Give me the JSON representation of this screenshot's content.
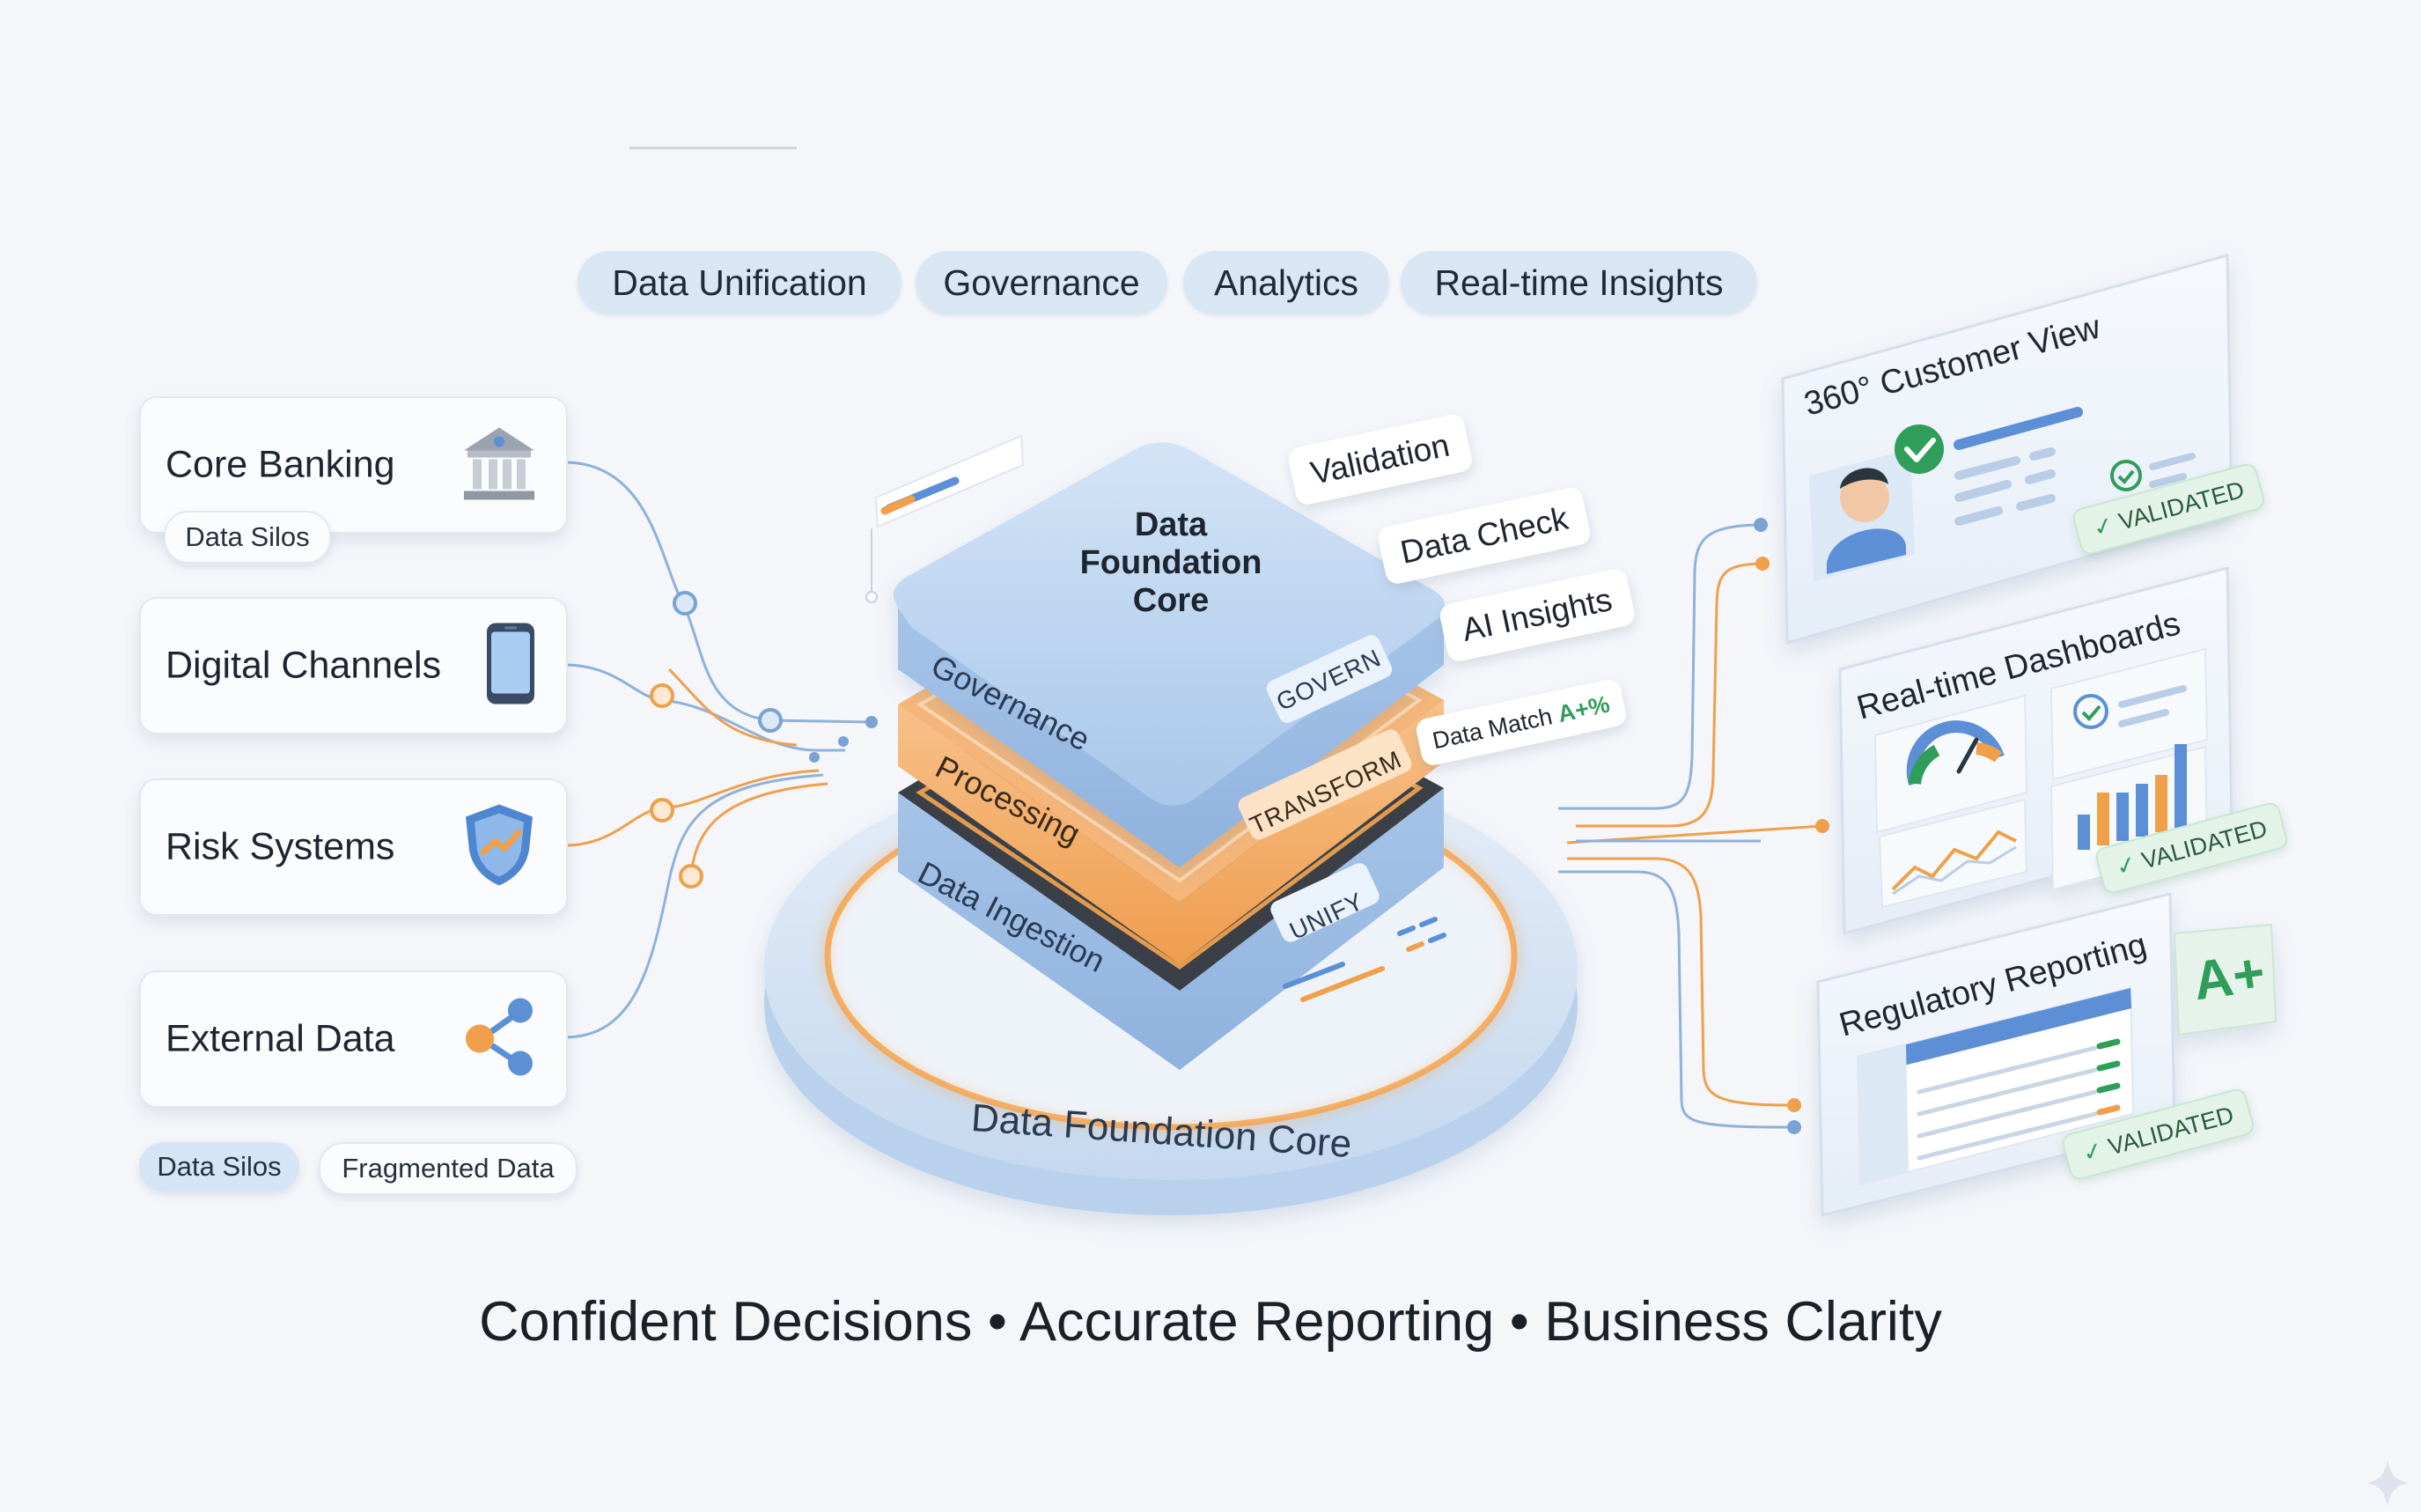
{
  "top_chips": [
    {
      "label": "Data Unification"
    },
    {
      "label": "Governance"
    },
    {
      "label": "Analytics"
    },
    {
      "label": "Real-time Insights"
    }
  ],
  "sources": [
    {
      "label": "Core Banking",
      "icon": "bank-icon"
    },
    {
      "label": "Digital Channels",
      "icon": "smartphone-icon"
    },
    {
      "label": "Risk Systems",
      "icon": "shield-icon"
    },
    {
      "label": "External Data",
      "icon": "share-network-icon"
    }
  ],
  "source_pills": {
    "core_banking_silos": "Data Silos",
    "bottom_silos": "Data Silos",
    "fragmented": "Fragmented Data"
  },
  "stack": {
    "top_title_line1": "Data",
    "top_title_line2": "Foundation",
    "top_title_line3": "Core",
    "layer_governance": "Governance",
    "layer_governance_tag": "GOVERN",
    "layer_processing": "Processing",
    "layer_processing_tag": "TRANSFORM",
    "layer_ingestion": "Data Ingestion",
    "layer_ingestion_tag": "UNIFY",
    "base_label": "Data Foundation Core"
  },
  "side_tags": {
    "validation": "Validation",
    "data_check": "Data Check",
    "ai_insights": "AI Insights",
    "data_match": "Data Match",
    "data_match_value": "A+%"
  },
  "outputs": [
    {
      "title": "360° Customer View",
      "badge": "VALIDATED"
    },
    {
      "title": "Real-time Dashboards",
      "badge": "VALIDATED"
    },
    {
      "title": "Regulatory Reporting",
      "badge": "VALIDATED",
      "grade": "A+"
    }
  ],
  "tagline": "Confident Decisions • Accurate Reporting • Business Clarity",
  "colors": {
    "accent_blue": "#5b8fd6",
    "layer_blue": "#bcd5ef",
    "accent_orange": "#f0a04b",
    "validated_green": "#2f9e5a",
    "chip_bg": "#d9e7f5"
  }
}
